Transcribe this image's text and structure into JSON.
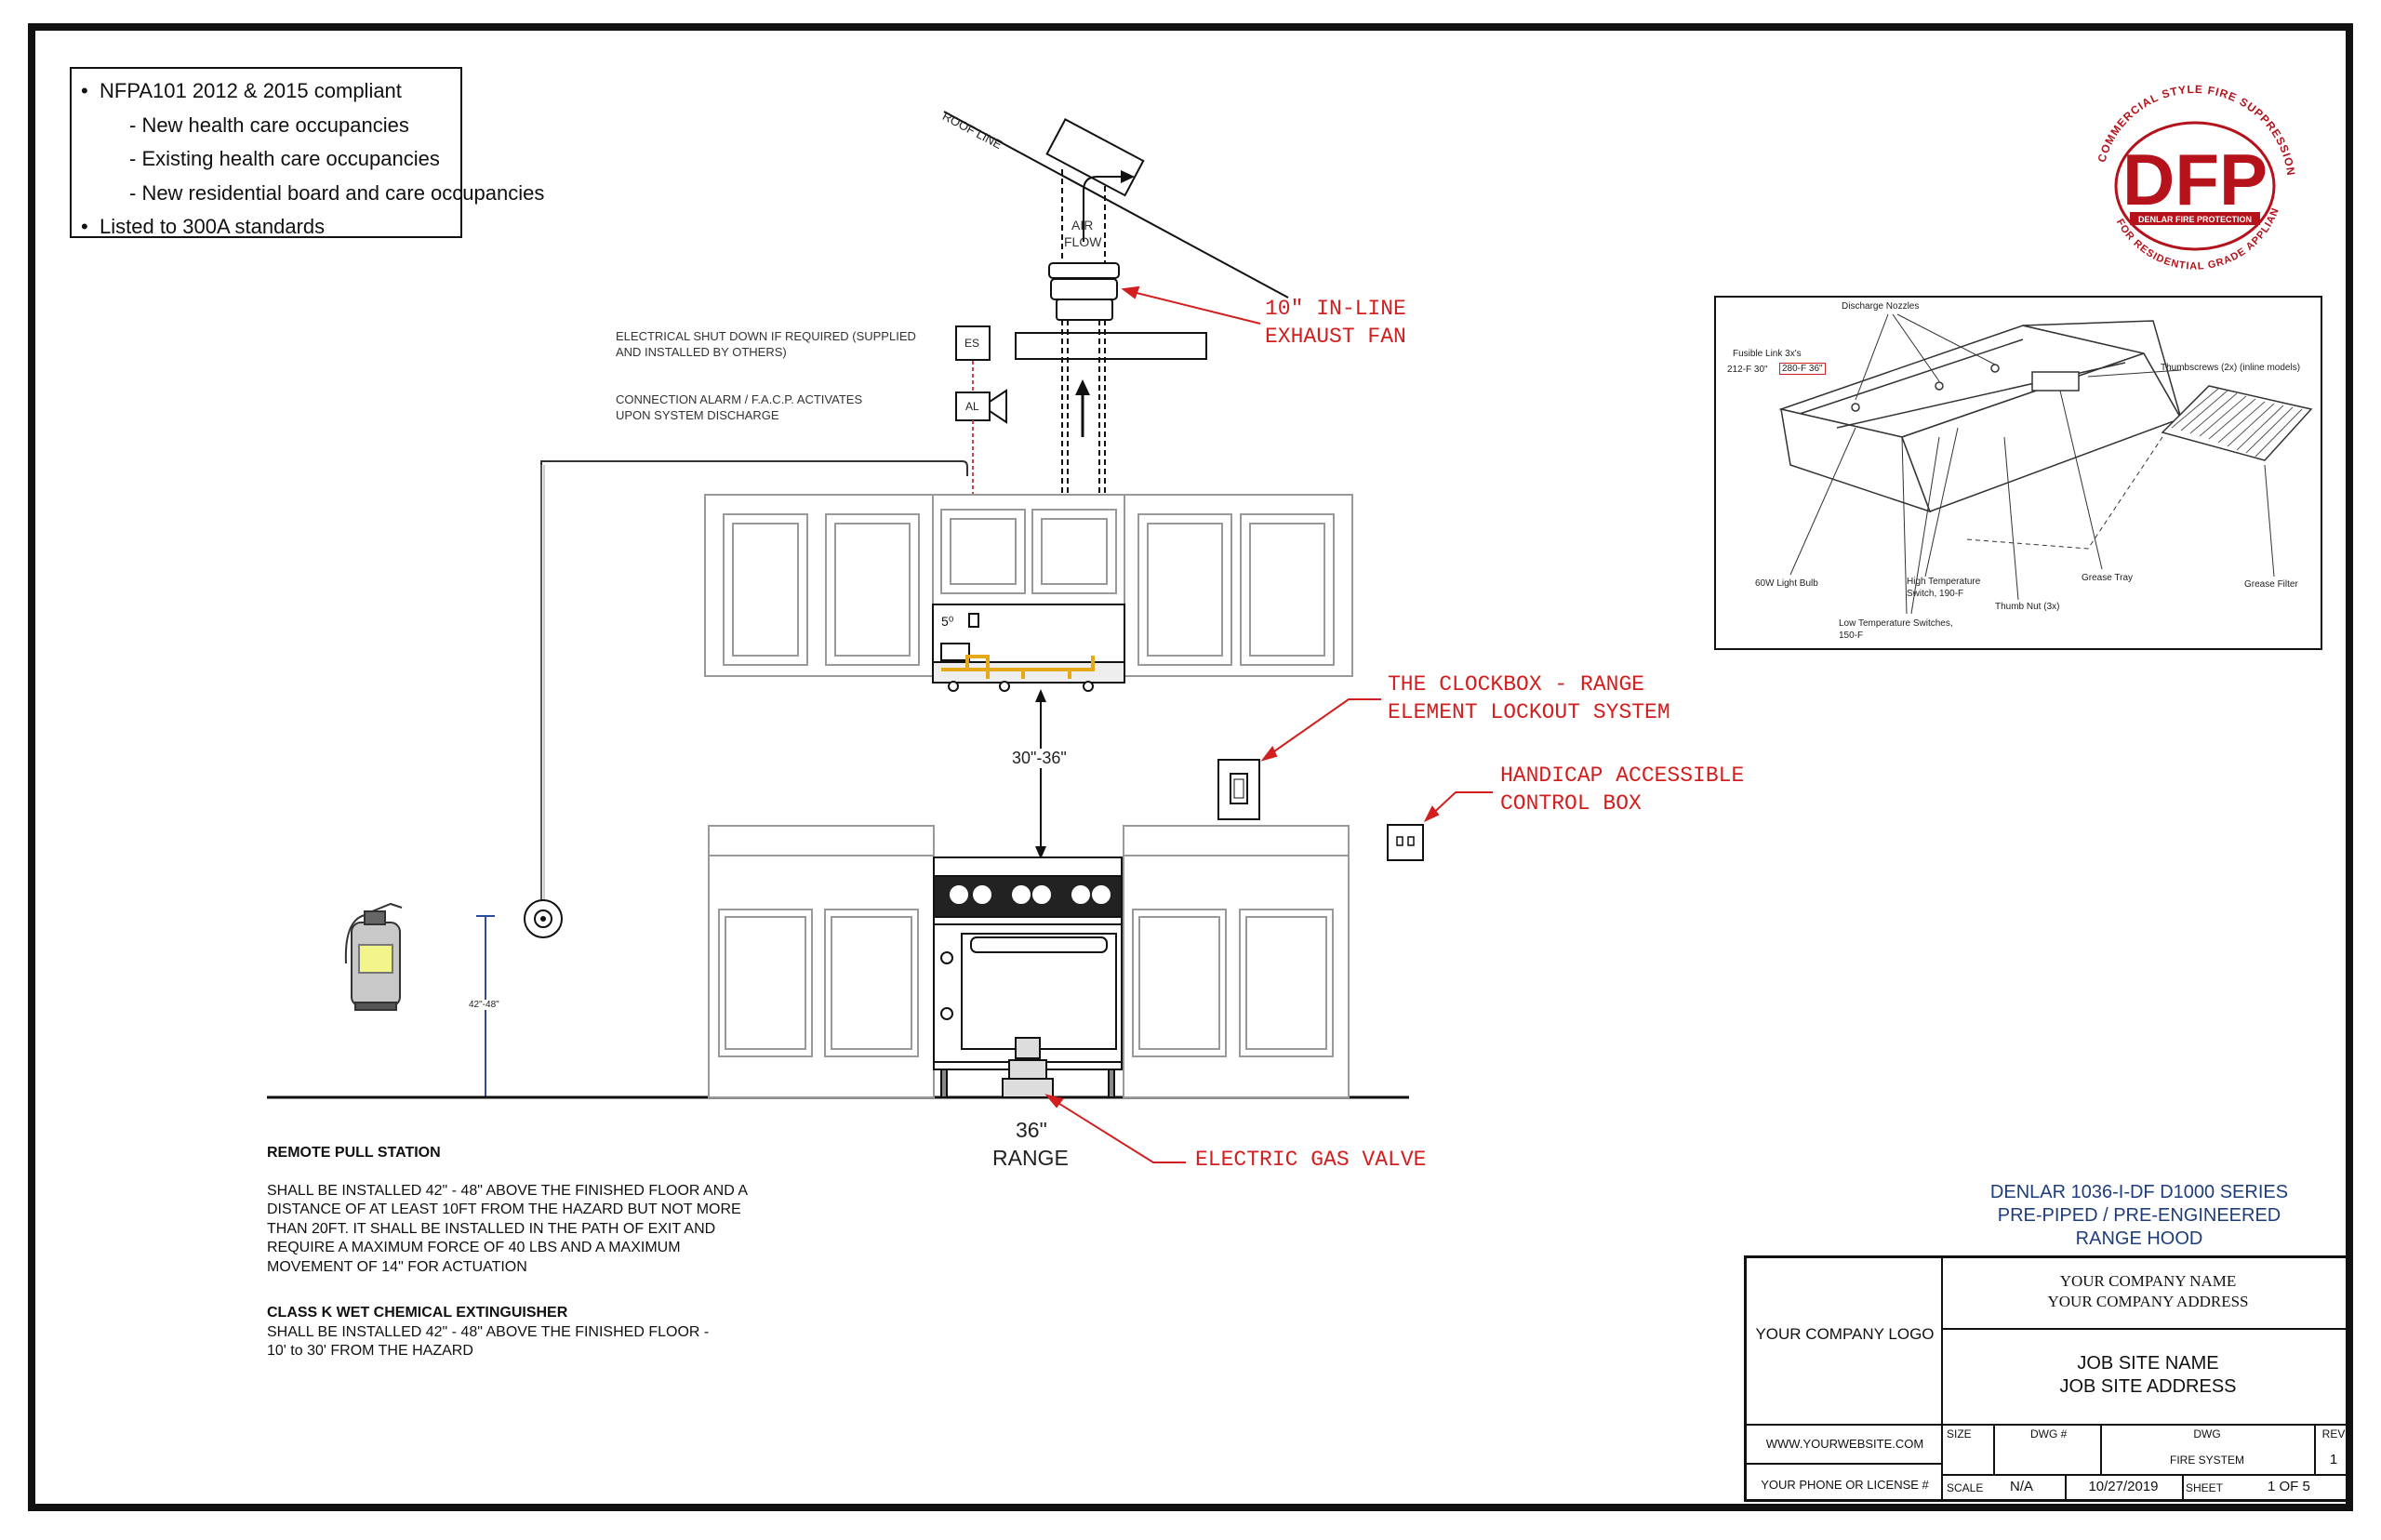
{
  "compliance_notes": {
    "line1": "NFPA101 2012 & 2015 compliant",
    "line2": "- New health care occupancies",
    "line3": "- Existing health care occupancies",
    "line4": "- New residential board and care occupancies",
    "line5": "Listed to 300A standards"
  },
  "roof_line_label": "ROOF LINE",
  "airflow_label_1": "AIR",
  "airflow_label_2": "FLOW",
  "exhaust_fan_callout_1": "10\" IN-LINE",
  "exhaust_fan_callout_2": "EXHAUST FAN",
  "electrical_shutdown_1": "ELECTRICAL SHUT DOWN IF REQUIRED (SUPPLIED",
  "electrical_shutdown_2": "AND INSTALLED BY OTHERS)",
  "es_label": "ES",
  "alarm_text_1": "CONNECTION ALARM /  F.A.C.P. ACTIVATES",
  "alarm_text_2": "UPON SYSTEM DISCHARGE",
  "al_label": "AL",
  "clockbox_callout_1": "THE CLOCKBOX - RANGE",
  "clockbox_callout_2": "ELEMENT LOCKOUT SYSTEM",
  "handicap_callout_1": "HANDICAP ACCESSIBLE",
  "handicap_callout_2": "CONTROL BOX",
  "hood_clearance_label": "30\"-36\"",
  "pull_station_height_label": "42\"-48\"",
  "range_label_1": "36\"",
  "range_label_2": "RANGE",
  "gas_valve_callout": "ELECTRIC GAS VALVE",
  "pull_station_notes": {
    "heading": "REMOTE PULL STATION",
    "l1": "SHALL BE INSTALLED 42\" - 48\" ABOVE THE FINISHED FLOOR AND A",
    "l2": "DISTANCE OF AT LEAST 10FT FROM THE HAZARD BUT NOT MORE",
    "l3": "THAN 20FT.  IT SHALL BE INSTALLED IN THE PATH OF EXIT AND",
    "l4": "REQUIRE A MAXIMUM FORCE OF 40 LBS AND A MAXIMUM",
    "l5": "MOVEMENT OF 14\" FOR ACTUATION"
  },
  "extinguisher_notes": {
    "heading": "CLASS K WET CHEMICAL EXTINGUISHER",
    "l1": "SHALL BE INSTALLED 42\" - 48\" ABOVE THE FINISHED FLOOR -",
    "l2": "10' to 30' FROM THE HAZARD"
  },
  "logo": {
    "letters": "DFP",
    "arc_top": "COMMERCIAL STYLE FIRE SUPPRESSION",
    "band": "DENLAR FIRE PROTECTION",
    "arc_bottom": "FOR RESIDENTIAL GRADE APPLIANCES",
    "color": "#b5121b"
  },
  "inset_labels": {
    "discharge_nozzles": "Discharge Nozzles",
    "fusible_link_1": "Fusible Link 3x's",
    "fusible_link_2": "212-F 30\"",
    "fusible_link_3": "280-F 36\"",
    "thumbscrews": "Thumbscrews (2x) (inline models)",
    "light_bulb": "60W Light Bulb",
    "high_temp_1": "High Temperature",
    "high_temp_2": "Switch, 190-F",
    "grease_tray": "Grease Tray",
    "grease_filter": "Grease Filter",
    "thumb_nut": "Thumb Nut (3x)",
    "low_temp_1": "Low Temperature Switches,",
    "low_temp_2": "150-F"
  },
  "product_title": {
    "l1": "DENLAR 1036-I-DF D1000 SERIES",
    "l2": "PRE-PIPED / PRE-ENGINEERED",
    "l3": "RANGE HOOD"
  },
  "title_block": {
    "company_logo": "YOUR COMPANY LOGO",
    "company_name": "YOUR COMPANY NAME",
    "company_address": "YOUR COMPANY ADDRESS",
    "job_site_name": "JOB SITE NAME",
    "job_site_address": "JOB SITE ADDRESS",
    "website": "WWW.YOURWEBSITE.COM",
    "phone": "YOUR PHONE OR LICENSE #",
    "size_label": "SIZE",
    "dwg_num_label": "DWG #",
    "dwg_label": "DWG",
    "dwg_value": "FIRE SYSTEM",
    "rev_label": "REV",
    "rev_value": "1",
    "scale_label": "SCALE",
    "scale_value": "N/A",
    "date_value": "10/27/2019",
    "sheet_label": "SHEET",
    "sheet_value": "1 OF 5"
  },
  "colors": {
    "callout_red": "#d21e1e",
    "title_blue": "#1f3d7a",
    "pipe_yellow": "#e5a817"
  }
}
